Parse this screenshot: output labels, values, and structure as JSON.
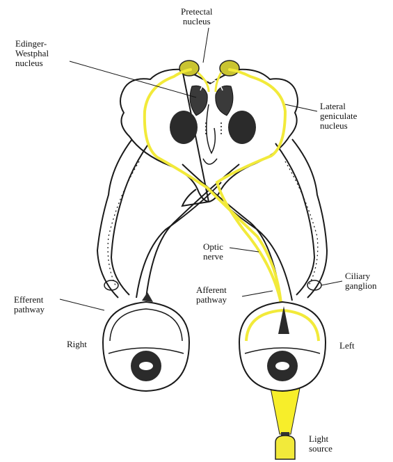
{
  "labels": {
    "pretectal_nucleus": "Pretectal\nnucleus",
    "edinger_westphal_nucleus": "Edinger-\nWestphal\nnucleus",
    "lateral_geniculate_nucleus": "Lateral\ngeniculate\nnucleus",
    "optic_nerve": "Optic\nnerve",
    "afferent_pathway": "Afferent\npathway",
    "efferent_pathway": "Efferent\npathway",
    "ciliary_ganglion": "Ciliary\nganglion",
    "right": "Right",
    "left": "Left",
    "light_source": "Light\nsource"
  },
  "colors": {
    "afferent_highlight": "#f2ea3a",
    "light_beam": "#f7ee2a",
    "outline": "#1a1a1a",
    "nucleus_fill": "#2b2b2b",
    "pretectal_fill": "#c9c431"
  }
}
